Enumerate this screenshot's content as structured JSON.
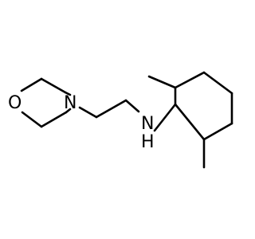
{
  "molecule": {
    "atom_labels": {
      "oxygen": "O",
      "morpholine_nitrogen": "N",
      "amine_nitrogen": "N",
      "amine_hydrogen": "H"
    },
    "colors": {
      "bond": "#000000",
      "label": "#000000",
      "background": "#ffffff"
    }
  }
}
